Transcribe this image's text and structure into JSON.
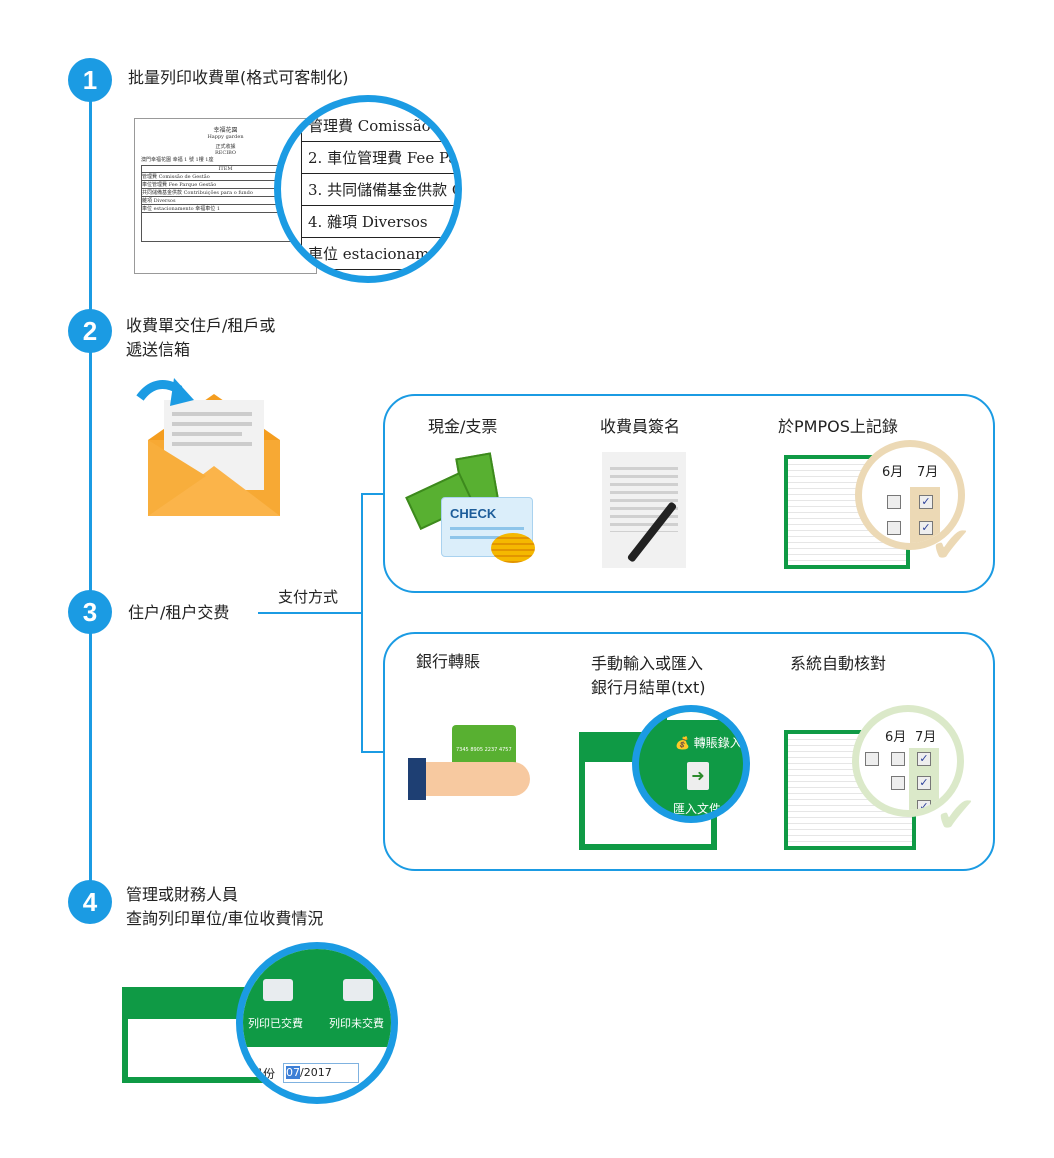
{
  "steps": [
    {
      "number": "1",
      "label": "批量列印收費單(格式可客制化)"
    },
    {
      "number": "2",
      "label_lines": [
        "收費單交住戶/租戶或",
        "遞送信箱"
      ]
    },
    {
      "number": "3",
      "label": "住户/租户交费"
    },
    {
      "number": "4",
      "label_lines": [
        "管理或財務人員",
        "查詢列印單位/車位收費情況"
      ]
    }
  ],
  "connector_label": "支付方式",
  "receipt": {
    "title": "幸福花園",
    "subtitle": "Happy garden",
    "doc": "正式收據",
    "doc_en": "RECIBO",
    "header": "澳門幸福花園 幸福 1 號 1樓 1座",
    "col_item": "ITEM",
    "items": [
      "管理費 Comissão de Gestão",
      "車位管理費 Fee Parque Gestão",
      "共同儲備基金供款 Contribuições para o fundo",
      "雜項 Diversos",
      "車位 estacionamento 幸福車位 1"
    ],
    "zoom_rows": [
      "管理費 Comissão",
      "2. 車位管理費 Fee Pa",
      "3. 共同儲備基金供款 C",
      "4. 雜項 Diversos",
      "車位 estacioname"
    ]
  },
  "cash_box": {
    "items": [
      {
        "label": "現金/支票",
        "check_text": "CHECK"
      },
      {
        "label": "收費員簽名"
      },
      {
        "label": "於PMPOS上記錄",
        "months": [
          "6月",
          "7月"
        ]
      }
    ]
  },
  "bank_box": {
    "items": [
      {
        "label": "銀行轉賬",
        "card_text": "7345 8905 2237 4757"
      },
      {
        "label_lines": [
          "手動輸入或匯入",
          "銀行月結單(txt)"
        ],
        "window_title": "轉賬錄入",
        "import_label": "匯入文件"
      },
      {
        "label": "系統自動核對",
        "months": [
          "6月",
          "7月"
        ]
      }
    ]
  },
  "report": {
    "print_paid": "列印已交費",
    "print_unpaid": "列印未交費",
    "month_label": "月份",
    "month_sel": "07",
    "month_rest": "/2017"
  },
  "colors": {
    "accent": "#1b9be3",
    "green": "#0f9a45",
    "beige": "#ecd9b5"
  }
}
